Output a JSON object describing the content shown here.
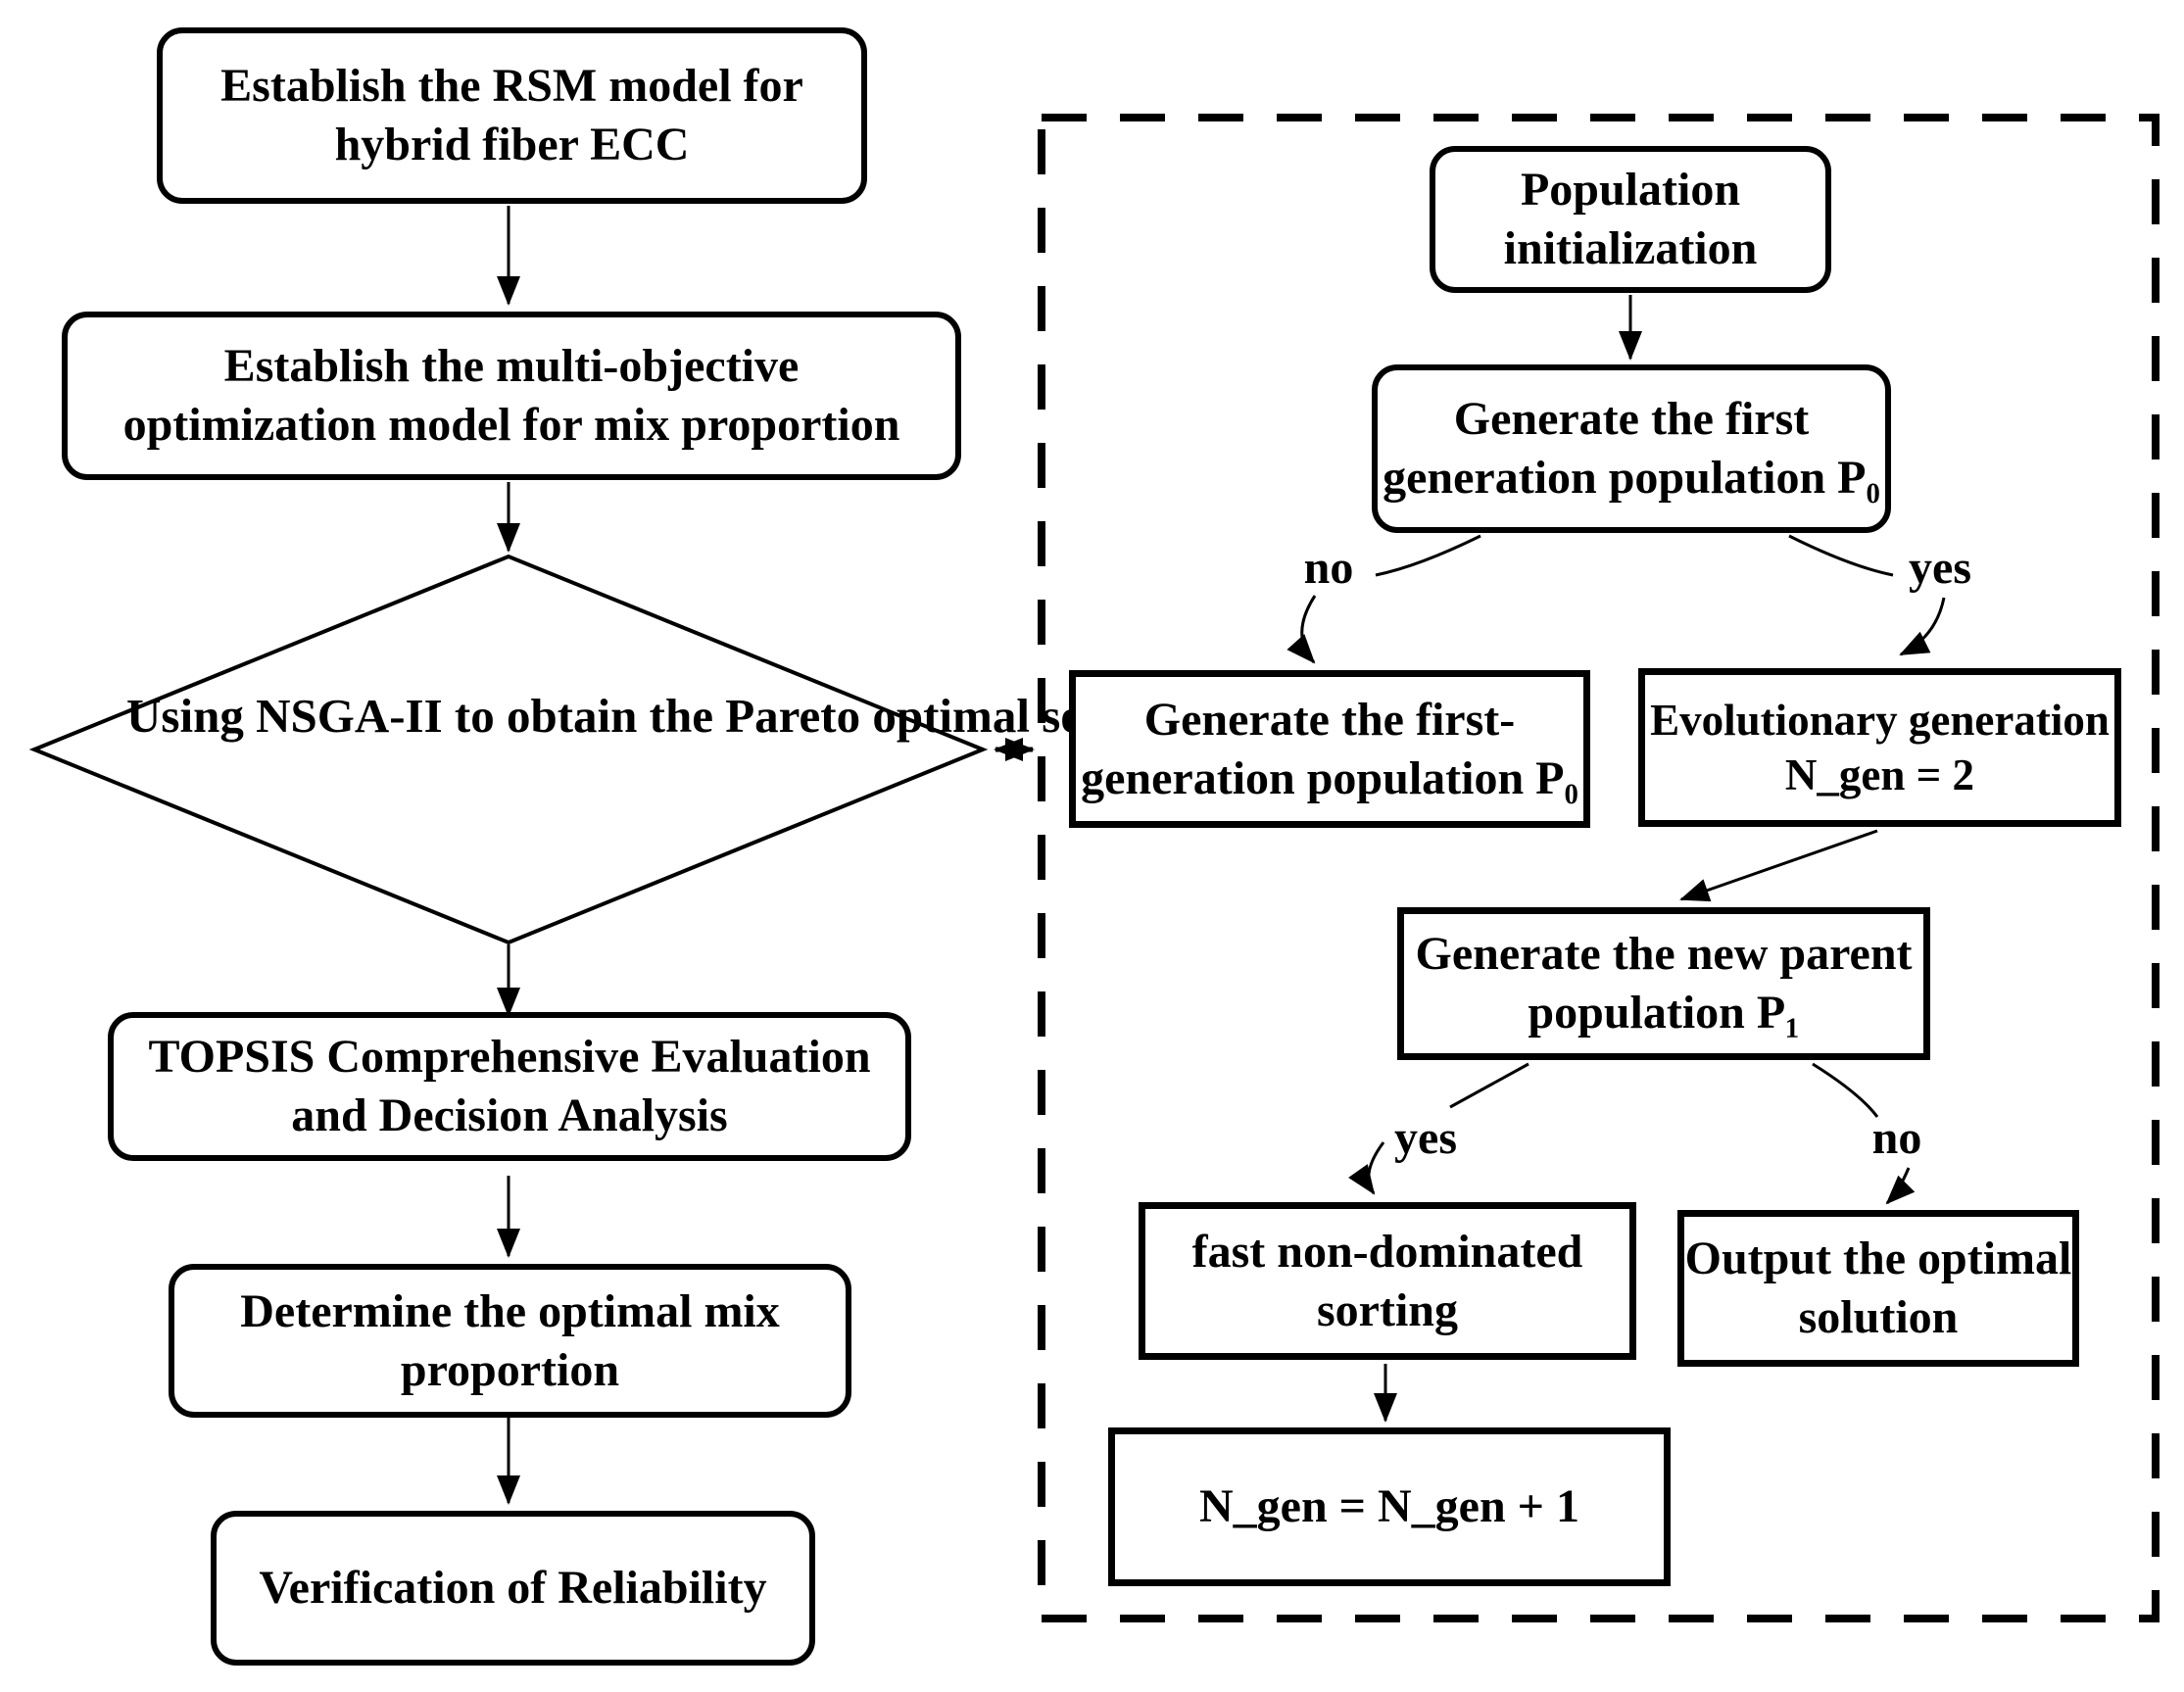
{
  "colors": {
    "ink": "#000000",
    "paper": "#ffffff"
  },
  "main_flow": {
    "establish_rsm": {
      "line1": "Establish the RSM model for",
      "line2": "hybrid fiber ECC"
    },
    "establish_moo": {
      "line1": "Establish the multi-objective",
      "line2": "optimization model for mix proportion"
    },
    "nsga_decision": {
      "line1": "Using NSGA-II to obtain",
      "line2": "the Pareto optimal solution set"
    },
    "topsis": {
      "line1": "TOPSIS Comprehensive Evaluation",
      "line2": "and Decision Analysis"
    },
    "optimal_mix": {
      "line1": "Determine the optimal mix",
      "line2": "proportion"
    },
    "verification": {
      "line1": "Verification of Reliability"
    }
  },
  "nsga_panel": {
    "population_init": {
      "line1": "Population",
      "line2": "initialization"
    },
    "generate_first": {
      "line1": "Generate the first",
      "line2": "generation population P₀"
    },
    "branch_first": {
      "no": "no",
      "yes": "yes"
    },
    "generate_first_gen": {
      "line1": "Generate the first-",
      "line2": "generation population P₀"
    },
    "evolutionary_generation": {
      "line1": "Evolutionary generation",
      "line2": "N_gen = 2"
    },
    "generate_new_parent": {
      "line1": "Generate the new parent",
      "line2": "population P₁"
    },
    "branch_second": {
      "yes": "yes",
      "no": "no"
    },
    "fast_sorting": {
      "line1": "fast non-dominated",
      "line2": "sorting"
    },
    "output_solution": {
      "line1": "Output the optimal",
      "line2": "solution"
    },
    "increment_generation": {
      "line1": "N_gen = N_gen + 1"
    }
  }
}
